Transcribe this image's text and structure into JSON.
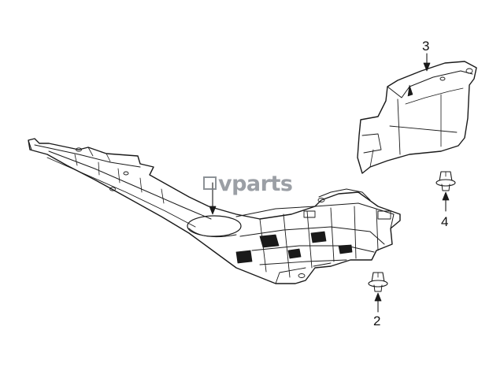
{
  "callouts": {
    "part_2": "2",
    "part_3": "3",
    "part_4": "4"
  },
  "watermark": {
    "text": "vparts"
  }
}
